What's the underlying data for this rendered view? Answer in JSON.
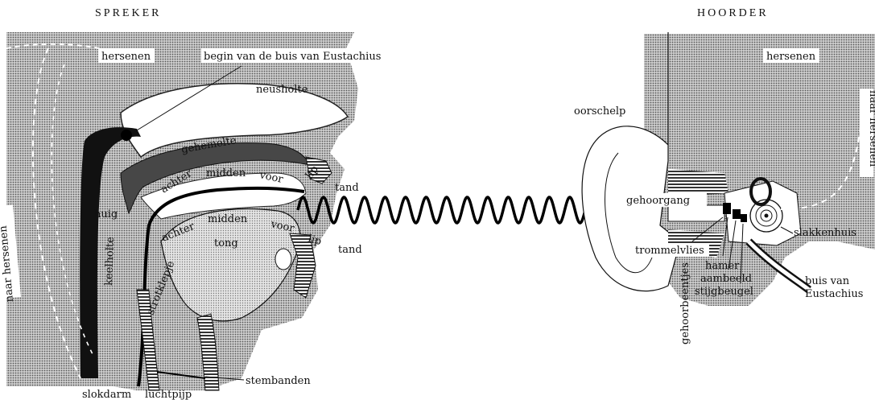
{
  "headers": {
    "speaker": "SPREKER",
    "listener": "HOORDER"
  },
  "speaker_labels": {
    "hersenen": "hersenen",
    "eustachius_begin": "begin van de buis van Eustachius",
    "neusholte": "neusholte",
    "gehemelte": "gehemelte",
    "achter_top": "achter",
    "midden_top": "midden",
    "voor_top": "voor",
    "lip_top": "lip",
    "tand_top": "tand",
    "huig": "huig",
    "achter_bottom": "achter",
    "midden_bottom": "midden",
    "voor_bottom": "voor",
    "tong": "tong",
    "lip_bottom": "lip",
    "tand_bottom": "tand",
    "naar_hersenen": "naar hersenen",
    "keelholte": "keelholte",
    "strotklepje": "strotklepje",
    "stembanden": "stembanden",
    "slokdarm": "slokdarm",
    "luchtpijp": "luchtpijp"
  },
  "listener_labels": {
    "hersenen": "hersenen",
    "oorschelp": "oorschelp",
    "gehoorgang": "gehoorgang",
    "naar_hersenen": "naar hersenen",
    "slakkenhuis": "slakkenhuis",
    "trommelvlies": "trommelvlies",
    "hamer": "hamer",
    "aambeeld": "aambeeld",
    "stijgbeugel": "stijgbeugel",
    "gehoorbeentjes": "gehoorbeentjes",
    "buis_van": "buis van",
    "eustachius": "Eustachius"
  }
}
